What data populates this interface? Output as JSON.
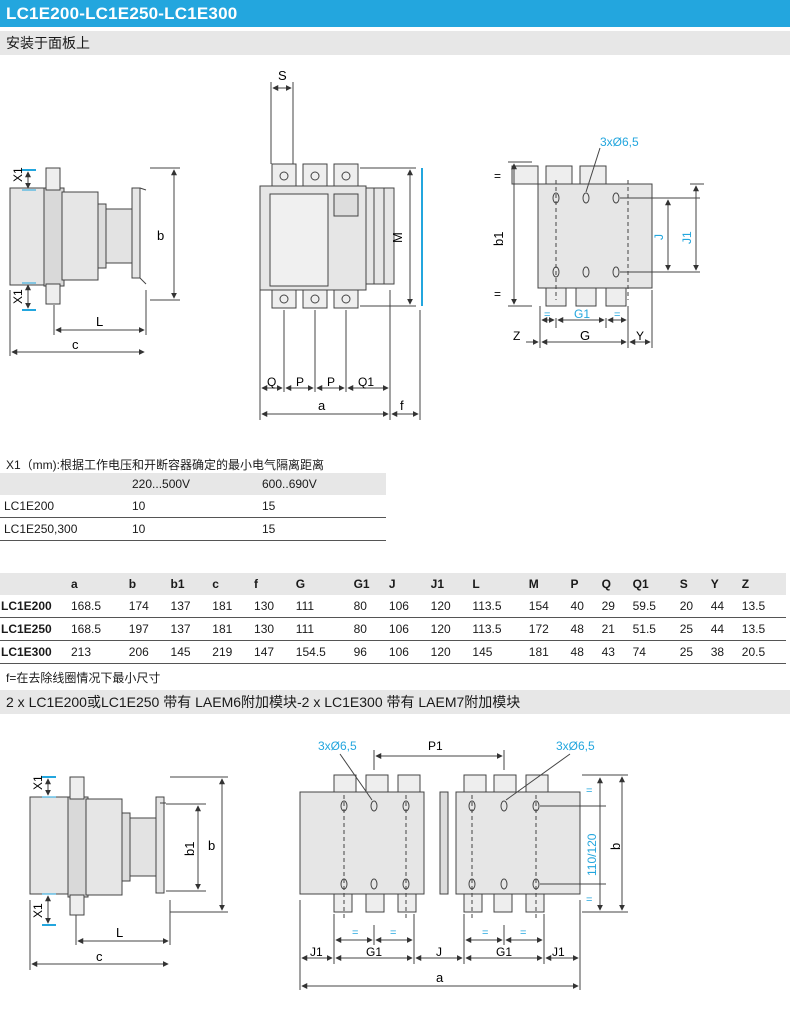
{
  "page": {
    "title": "LC1E200-LC1E250-LC1E300",
    "section1": "安装于面板上",
    "section2": "2 x LC1E200或LC1E250 带有 LAEM6附加模块-2 x LC1E300 带有 LAEM7附加模块"
  },
  "drawing1": {
    "side": {
      "x1_top": "X1",
      "x1_bottom": "X1",
      "b": "b",
      "L": "L",
      "c": "c"
    },
    "front": {
      "S": "S",
      "M": "M",
      "Q": "Q",
      "P1": "P",
      "P2": "P",
      "Q1": "Q1",
      "a": "a",
      "f": "f"
    },
    "plate": {
      "holes": "3xØ6,5",
      "b1": "b1",
      "J": "J",
      "J1": "J1",
      "eq_top": "=",
      "eq_bottom": "=",
      "eq_left": "=",
      "eq_right": "=",
      "G1": "G1",
      "G": "G",
      "Z": "Z",
      "Y": "Y"
    }
  },
  "x1_table": {
    "caption": "X1（mm):根据工作电压和开断容器确定的最小电气隔离距离",
    "headers": [
      "",
      "220...500V",
      "600..690V"
    ],
    "rows": [
      [
        "LC1E200",
        "10",
        "15"
      ],
      [
        "LC1E250,300",
        "10",
        "15"
      ]
    ]
  },
  "dims_table": {
    "headers": [
      "",
      "a",
      "b",
      "b1",
      "c",
      "f",
      "G",
      "G1",
      "J",
      "J1",
      "L",
      "M",
      "P",
      "Q",
      "Q1",
      "S",
      "Y",
      "Z"
    ],
    "rows": [
      [
        "LC1E200",
        "168.5",
        "174",
        "137",
        "181",
        "130",
        "111",
        "80",
        "106",
        "120",
        "113.5",
        "154",
        "40",
        "29",
        "59.5",
        "20",
        "44",
        "13.5"
      ],
      [
        "LC1E250",
        "168.5",
        "197",
        "137",
        "181",
        "130",
        "111",
        "80",
        "106",
        "120",
        "113.5",
        "172",
        "48",
        "21",
        "51.5",
        "25",
        "44",
        "13.5"
      ],
      [
        "LC1E300",
        "213",
        "206",
        "145",
        "219",
        "147",
        "154.5",
        "96",
        "106",
        "120",
        "145",
        "181",
        "48",
        "43",
        "74",
        "25",
        "38",
        "20.5"
      ]
    ],
    "footnote": "f=在去除线圈情况下最小尺寸"
  },
  "drawing2": {
    "side": {
      "x1_top": "X1",
      "x1_bottom": "X1",
      "b1": "b1",
      "b": "b",
      "L": "L",
      "c": "c"
    },
    "plate": {
      "holes_left": "3xØ6,5",
      "holes_right": "3xØ6,5",
      "P1": "P1",
      "dim_110": "110/120",
      "b": "b",
      "J1_left": "J1",
      "G1_left": "G1",
      "J": "J",
      "G1_right": "G1",
      "J1_right": "J1",
      "a": "a",
      "eq": "="
    }
  },
  "colors": {
    "accent": "#23a6de",
    "header_bg": "#e7e7e7",
    "panel": "#e6e6e6",
    "line": "#444444"
  }
}
